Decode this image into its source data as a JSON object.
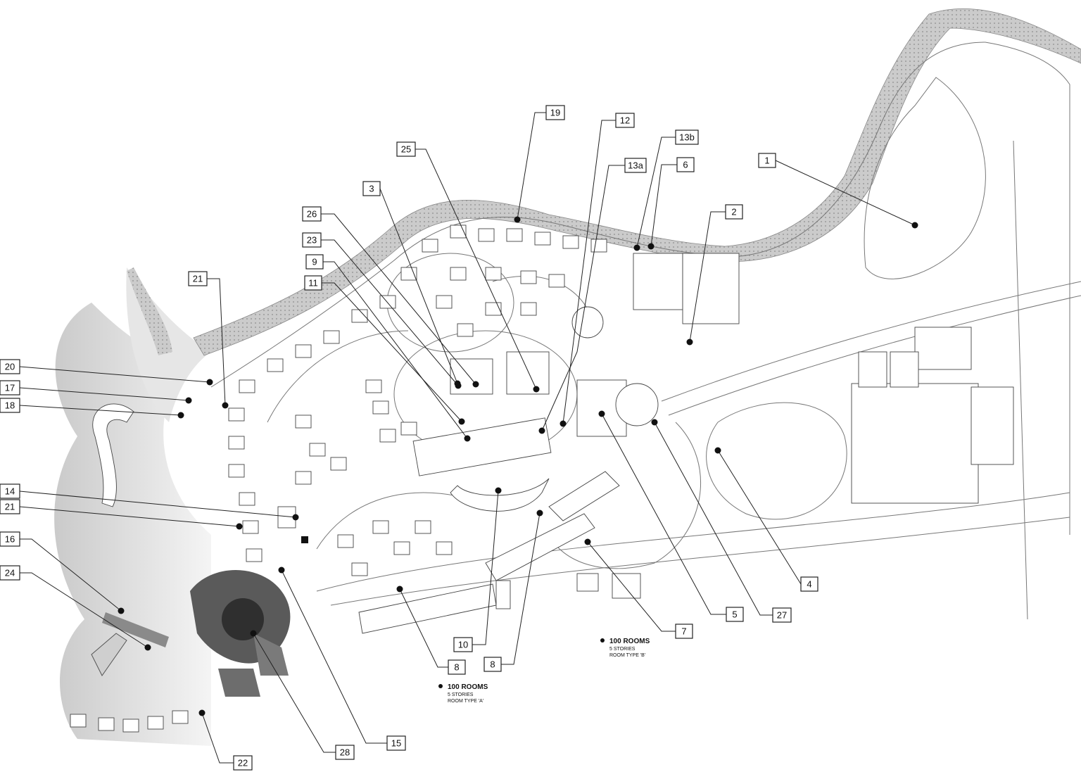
{
  "callouts": [
    {
      "label": "1"
    },
    {
      "label": "2"
    },
    {
      "label": "3"
    },
    {
      "label": "4"
    },
    {
      "label": "5"
    },
    {
      "label": "6"
    },
    {
      "label": "7"
    },
    {
      "label": "8"
    },
    {
      "label": "8"
    },
    {
      "label": "9"
    },
    {
      "label": "10"
    },
    {
      "label": "11"
    },
    {
      "label": "12"
    },
    {
      "label": "13a"
    },
    {
      "label": "13b"
    },
    {
      "label": "14"
    },
    {
      "label": "15"
    },
    {
      "label": "16"
    },
    {
      "label": "17"
    },
    {
      "label": "18"
    },
    {
      "label": "19"
    },
    {
      "label": "20"
    },
    {
      "label": "21"
    },
    {
      "label": "21"
    },
    {
      "label": "22"
    },
    {
      "label": "23"
    },
    {
      "label": "24"
    },
    {
      "label": "25"
    },
    {
      "label": "26"
    },
    {
      "label": "27"
    },
    {
      "label": "28"
    }
  ],
  "notes": {
    "rooms_a": {
      "title": "100 ROOMS",
      "line1": "5 STORIES",
      "line2": "ROOM TYPE 'A'"
    },
    "rooms_b": {
      "title": "100 ROOMS",
      "line1": "5 STORIES",
      "line2": "ROOM TYPE 'B'"
    }
  },
  "colors": {
    "river": "#c9c9c9",
    "line": "#222222",
    "dot": "#111111"
  }
}
